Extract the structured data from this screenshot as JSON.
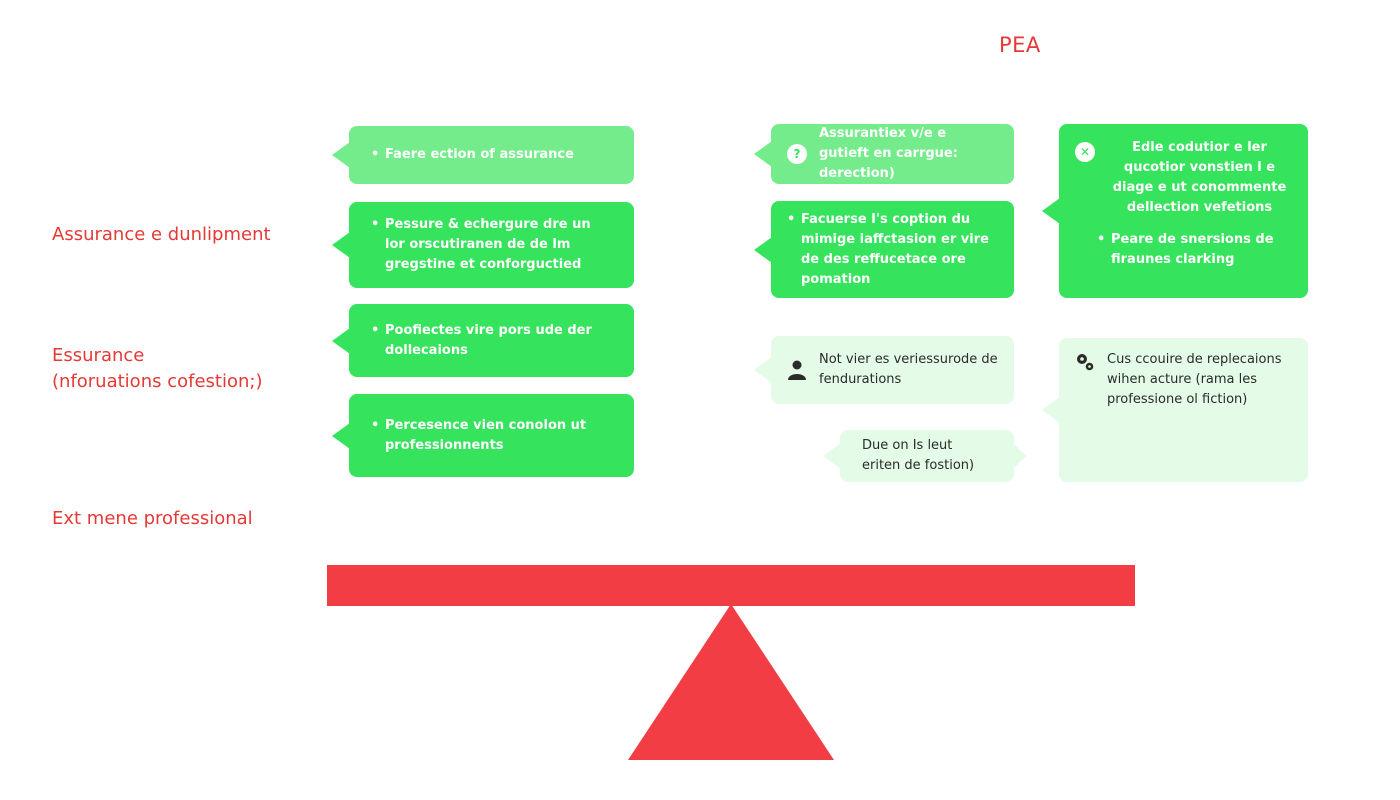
{
  "title": "PEA",
  "side_labels": [
    "Assurance e dunlipment",
    "Essurance\n(nforuations cofestion;)",
    "Ext mene professional"
  ],
  "left_bubbles": [
    "Faere ection of assurance",
    "Pessure & echergure dre un lor orscutiranen de de lm gregstine et conforguctied",
    "Poofiectes vire pors ude der dollecaions",
    "Percesence vien conolon ut professionnents"
  ],
  "right_top": {
    "bubble1_text": "Assurantiex v/e e gutieft en carrgue: derection)",
    "bubble1_icon": "?",
    "bubble2_text": "Facuerse I's coption du mimige iaffctasion er vire de des reffucetace ore pomation",
    "bubble3_text": "Edle codutior e ler qucotior vonstien l e diage e ut conommente dellection vefetions",
    "bubble3_icon": "✕",
    "bubble3_item": "Peare de snersions de firaunes clarking"
  },
  "right_bottom": {
    "bubble1_text": "Not vier es veriessurode de fendurations",
    "bubble2_text": "Due on Is leut eriten de fostion)",
    "bubble3_text": "Cus ccouire de replecaions wihen acture (rama les professione ol fiction)"
  },
  "colors": {
    "accent_red": "#e53935",
    "beam_red": "#f23d45",
    "green_dark": "#36e35c",
    "green_mid": "#74ec8b",
    "green_light": "#e3fbe7"
  }
}
